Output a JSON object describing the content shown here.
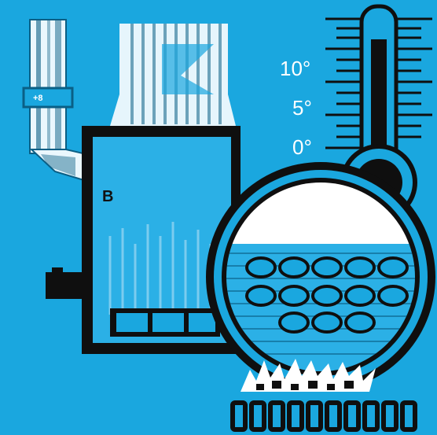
{
  "colors": {
    "background": "#1aa7df",
    "ink": "#111111",
    "white": "#ffffff",
    "steam": "#9fd9f1",
    "mercury": "#111111"
  },
  "thermometer": {
    "labels": [
      "10°",
      "5°",
      "0°"
    ]
  },
  "pipe": {
    "badge_text": "+8"
  },
  "furnace": {
    "door_mark": "B"
  },
  "icons": [
    "pipe-icon",
    "furnace-icon",
    "thermometer-icon",
    "boiler-icon",
    "flame-icon",
    "burner-icon"
  ]
}
